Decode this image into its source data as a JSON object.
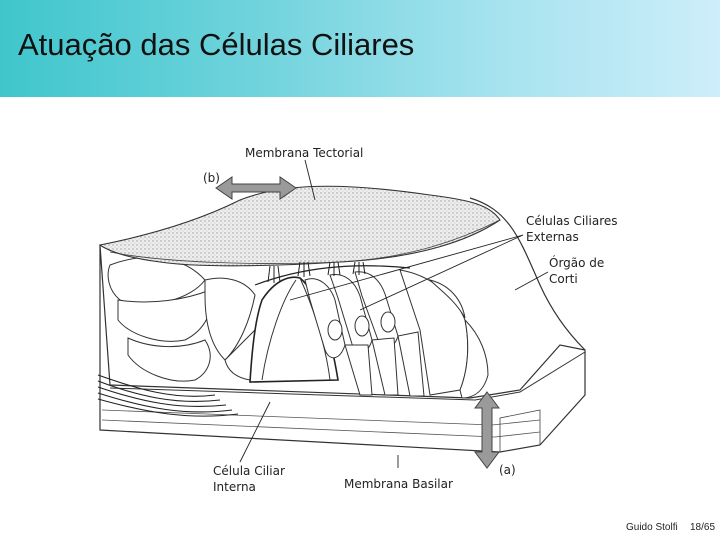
{
  "slide": {
    "title": "Atuação das Células Ciliares",
    "author": "Guido Stolfi",
    "page": "18/65"
  },
  "diagram": {
    "labels": {
      "tectorial": "Membrana Tectorial",
      "b": "(b)",
      "outer_line1": "Células Ciliares",
      "outer_line2": "Externas",
      "corti_line1": "Órgão de",
      "corti_line2": "Corti",
      "inner_line1": "Célula Ciliar",
      "inner_line2": "Interna",
      "basilar": "Membrana Basilar",
      "a": "(a)"
    },
    "colors": {
      "arrow_fill": "#9a9a9a",
      "stroke": "#333333",
      "membrane_fill": "#e4e4e4"
    }
  }
}
